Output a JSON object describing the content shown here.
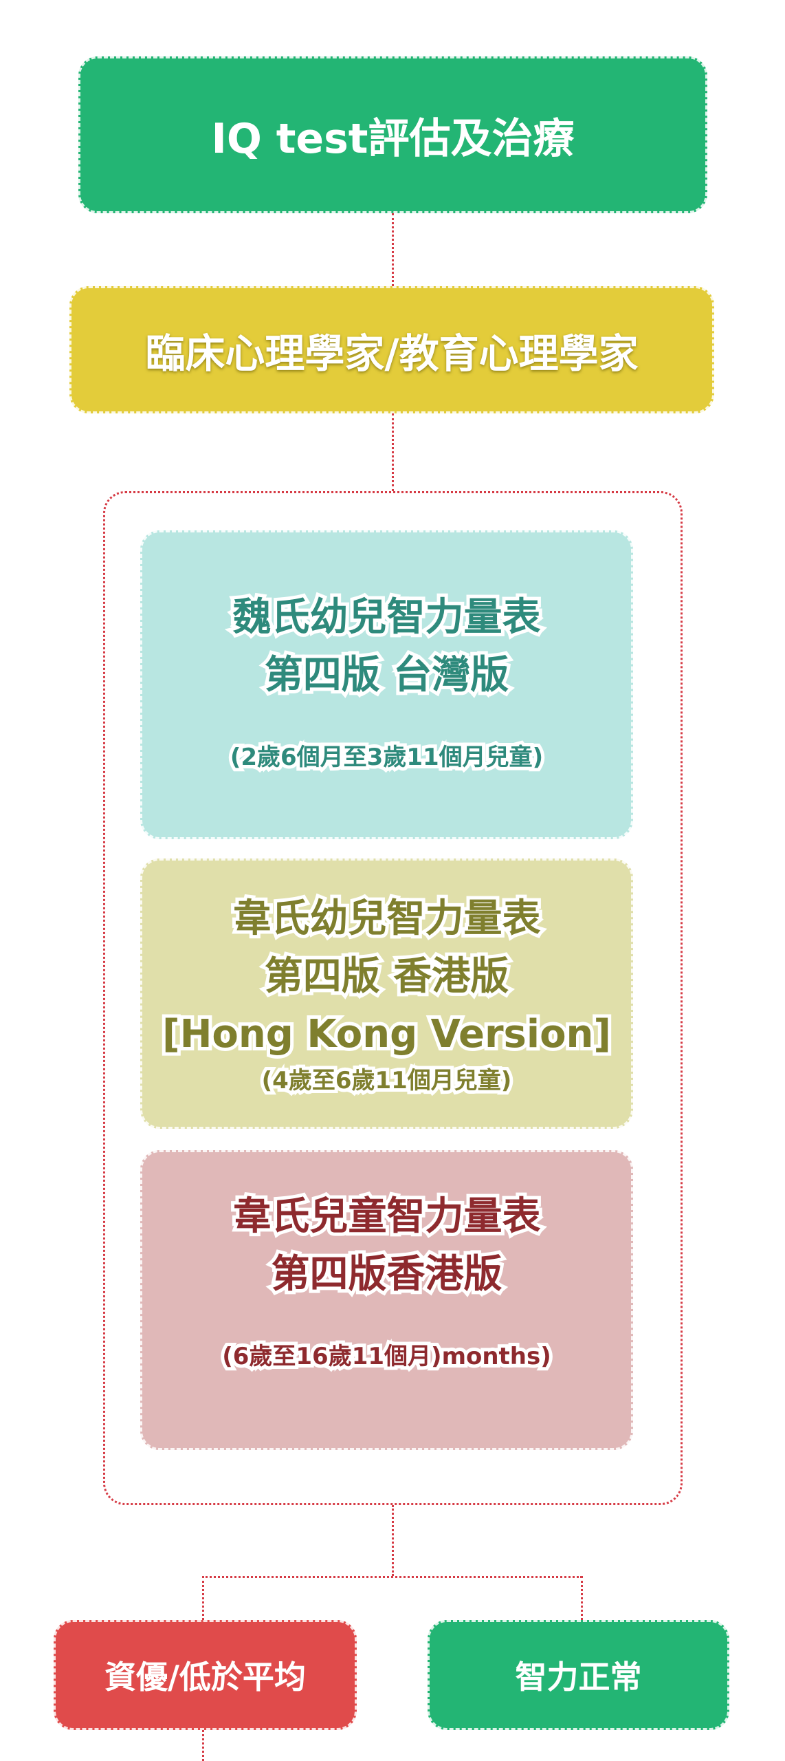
{
  "top": {
    "label": "IQ test評估及治療"
  },
  "specialist": {
    "label": "臨床心理學家/教育心理學家"
  },
  "tests": [
    {
      "title_lines": [
        "魏氏幼兒智力量表",
        "第四版 台灣版"
      ],
      "age_range": "(2歲6個月至3歲11個月兒童)"
    },
    {
      "title_lines": [
        "韋氏幼兒智力量表",
        "第四版 香港版",
        "[Hong Kong Version]"
      ],
      "age_range": "(4歲至6歲11個月兒童)"
    },
    {
      "title_lines": [
        "韋氏兒童智力量表",
        "第四版香港版"
      ],
      "age_range": "(6歲至16歲11個月)months)"
    }
  ],
  "outcomes": [
    {
      "label": "資優/低於平均"
    },
    {
      "label": "智力正常"
    }
  ],
  "colors": {
    "green": "#23b574",
    "yellow": "#e3cc3a",
    "red": "#e04b4b",
    "connector": "#d63b45",
    "teal_bg": "#b8e6e1",
    "teal_text": "#2e8a7c",
    "olive_bg": "#e0dfaa",
    "olive_text": "#7f7f2e",
    "pink_bg": "#e0b8b8",
    "pink_text": "#8e2a2e"
  }
}
